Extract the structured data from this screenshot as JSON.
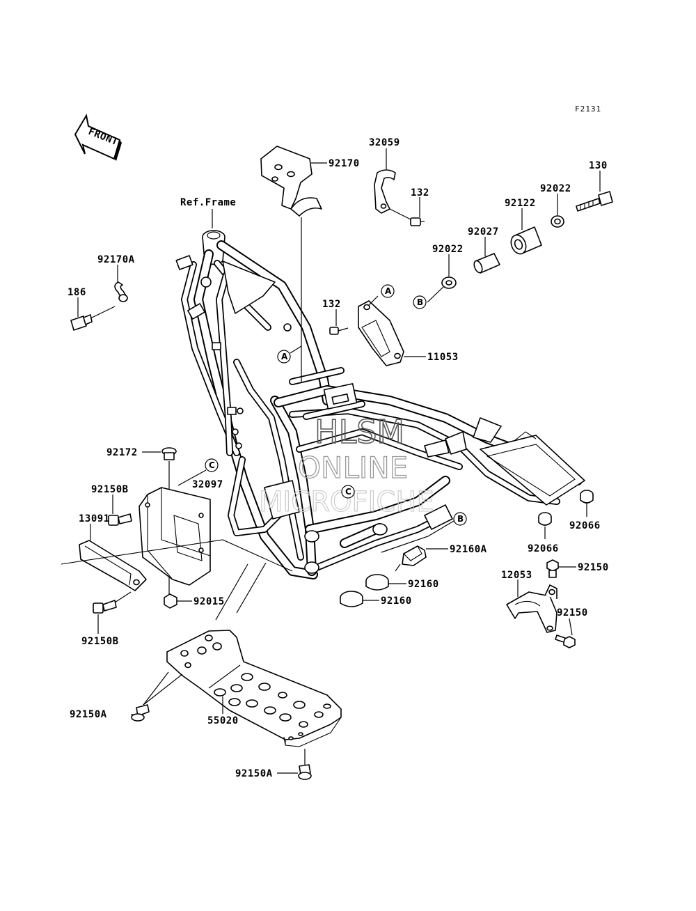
{
  "diagram": {
    "figure_code": "F2131",
    "front_arrow_label": "FRONT",
    "ref_frame_label": "Ref.Frame",
    "watermark": [
      "HLSM",
      "ONLINE",
      "MICROFICHE"
    ],
    "callouts": {
      "a": "A",
      "b": "B",
      "c": "C"
    },
    "parts": {
      "p32059": "32059",
      "p92170": "92170",
      "p132_top": "132",
      "p130": "130",
      "p92022_right": "92022",
      "p92122": "92122",
      "p92027": "92027",
      "p92022_left": "92022",
      "p92170A": "92170A",
      "p186": "186",
      "p132_mid": "132",
      "p11053": "11053",
      "p92172": "92172",
      "p32097": "32097",
      "p92150B_top": "92150B",
      "p13091": "13091",
      "p92015": "92015",
      "p92150B_bottom": "92150B",
      "p92066_right": "92066",
      "p92066_left": "92066",
      "p92160A": "92160A",
      "p92160_top": "92160",
      "p92160_bottom": "92160",
      "p92150_top": "92150",
      "p12053": "12053",
      "p92150_bottom": "92150",
      "p92150A_left": "92150A",
      "p55020": "55020",
      "p92150A_bottom": "92150A"
    }
  }
}
